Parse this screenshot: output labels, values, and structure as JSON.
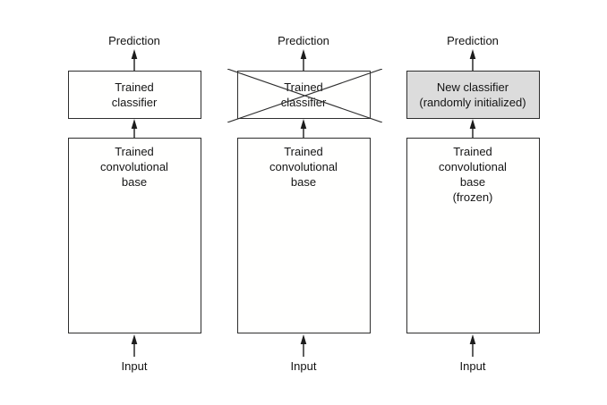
{
  "figure": {
    "title_semantic": "Swapping classifiers while keeping the same convolutional base",
    "colors": {
      "background": "#ffffff",
      "line": "#2e2e2e",
      "text": "#141414",
      "box_fill": "#fffffe",
      "highlight_box_fill": "#dcdcdc"
    },
    "columns": [
      {
        "prediction_label": "Prediction",
        "classifier_lines": [
          "Trained",
          "classifier"
        ],
        "classifier_crossed_out": false,
        "classifier_highlighted": false,
        "base_lines": [
          "Trained",
          "convolutional",
          "base"
        ],
        "input_label": "Input"
      },
      {
        "prediction_label": "Prediction",
        "classifier_lines": [
          "Trained",
          "classifier"
        ],
        "classifier_crossed_out": true,
        "classifier_highlighted": false,
        "base_lines": [
          "Trained",
          "convolutional",
          "base"
        ],
        "input_label": "Input"
      },
      {
        "prediction_label": "Prediction",
        "classifier_lines": [
          "New classifier",
          "(randomly initialized)"
        ],
        "classifier_crossed_out": false,
        "classifier_highlighted": true,
        "base_lines": [
          "Trained",
          "convolutional",
          "base",
          "(frozen)"
        ],
        "input_label": "Input"
      }
    ]
  }
}
